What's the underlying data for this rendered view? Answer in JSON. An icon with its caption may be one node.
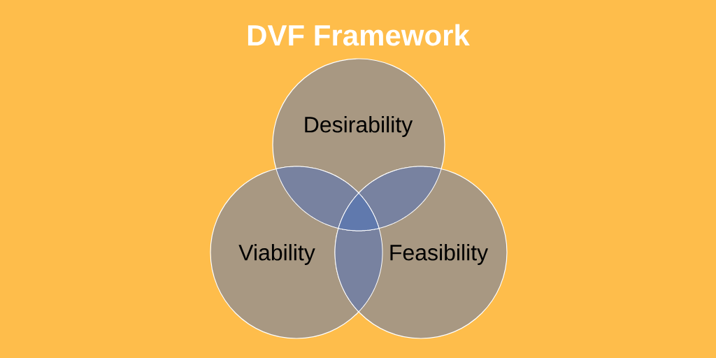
{
  "diagram": {
    "title": "DVF Framework",
    "nodes": [
      {
        "text": [
          "Desirability"
        ]
      },
      {
        "text": [
          "Viability"
        ]
      },
      {
        "text": [
          "Feasibility"
        ]
      },
      {
        "text": [],
        "shape": "lens"
      },
      {
        "text": [],
        "shape": "lens"
      },
      {
        "text": [],
        "shape": "triangle"
      },
      {
        "text": [],
        "shape": "lens"
      }
    ]
  }
}
